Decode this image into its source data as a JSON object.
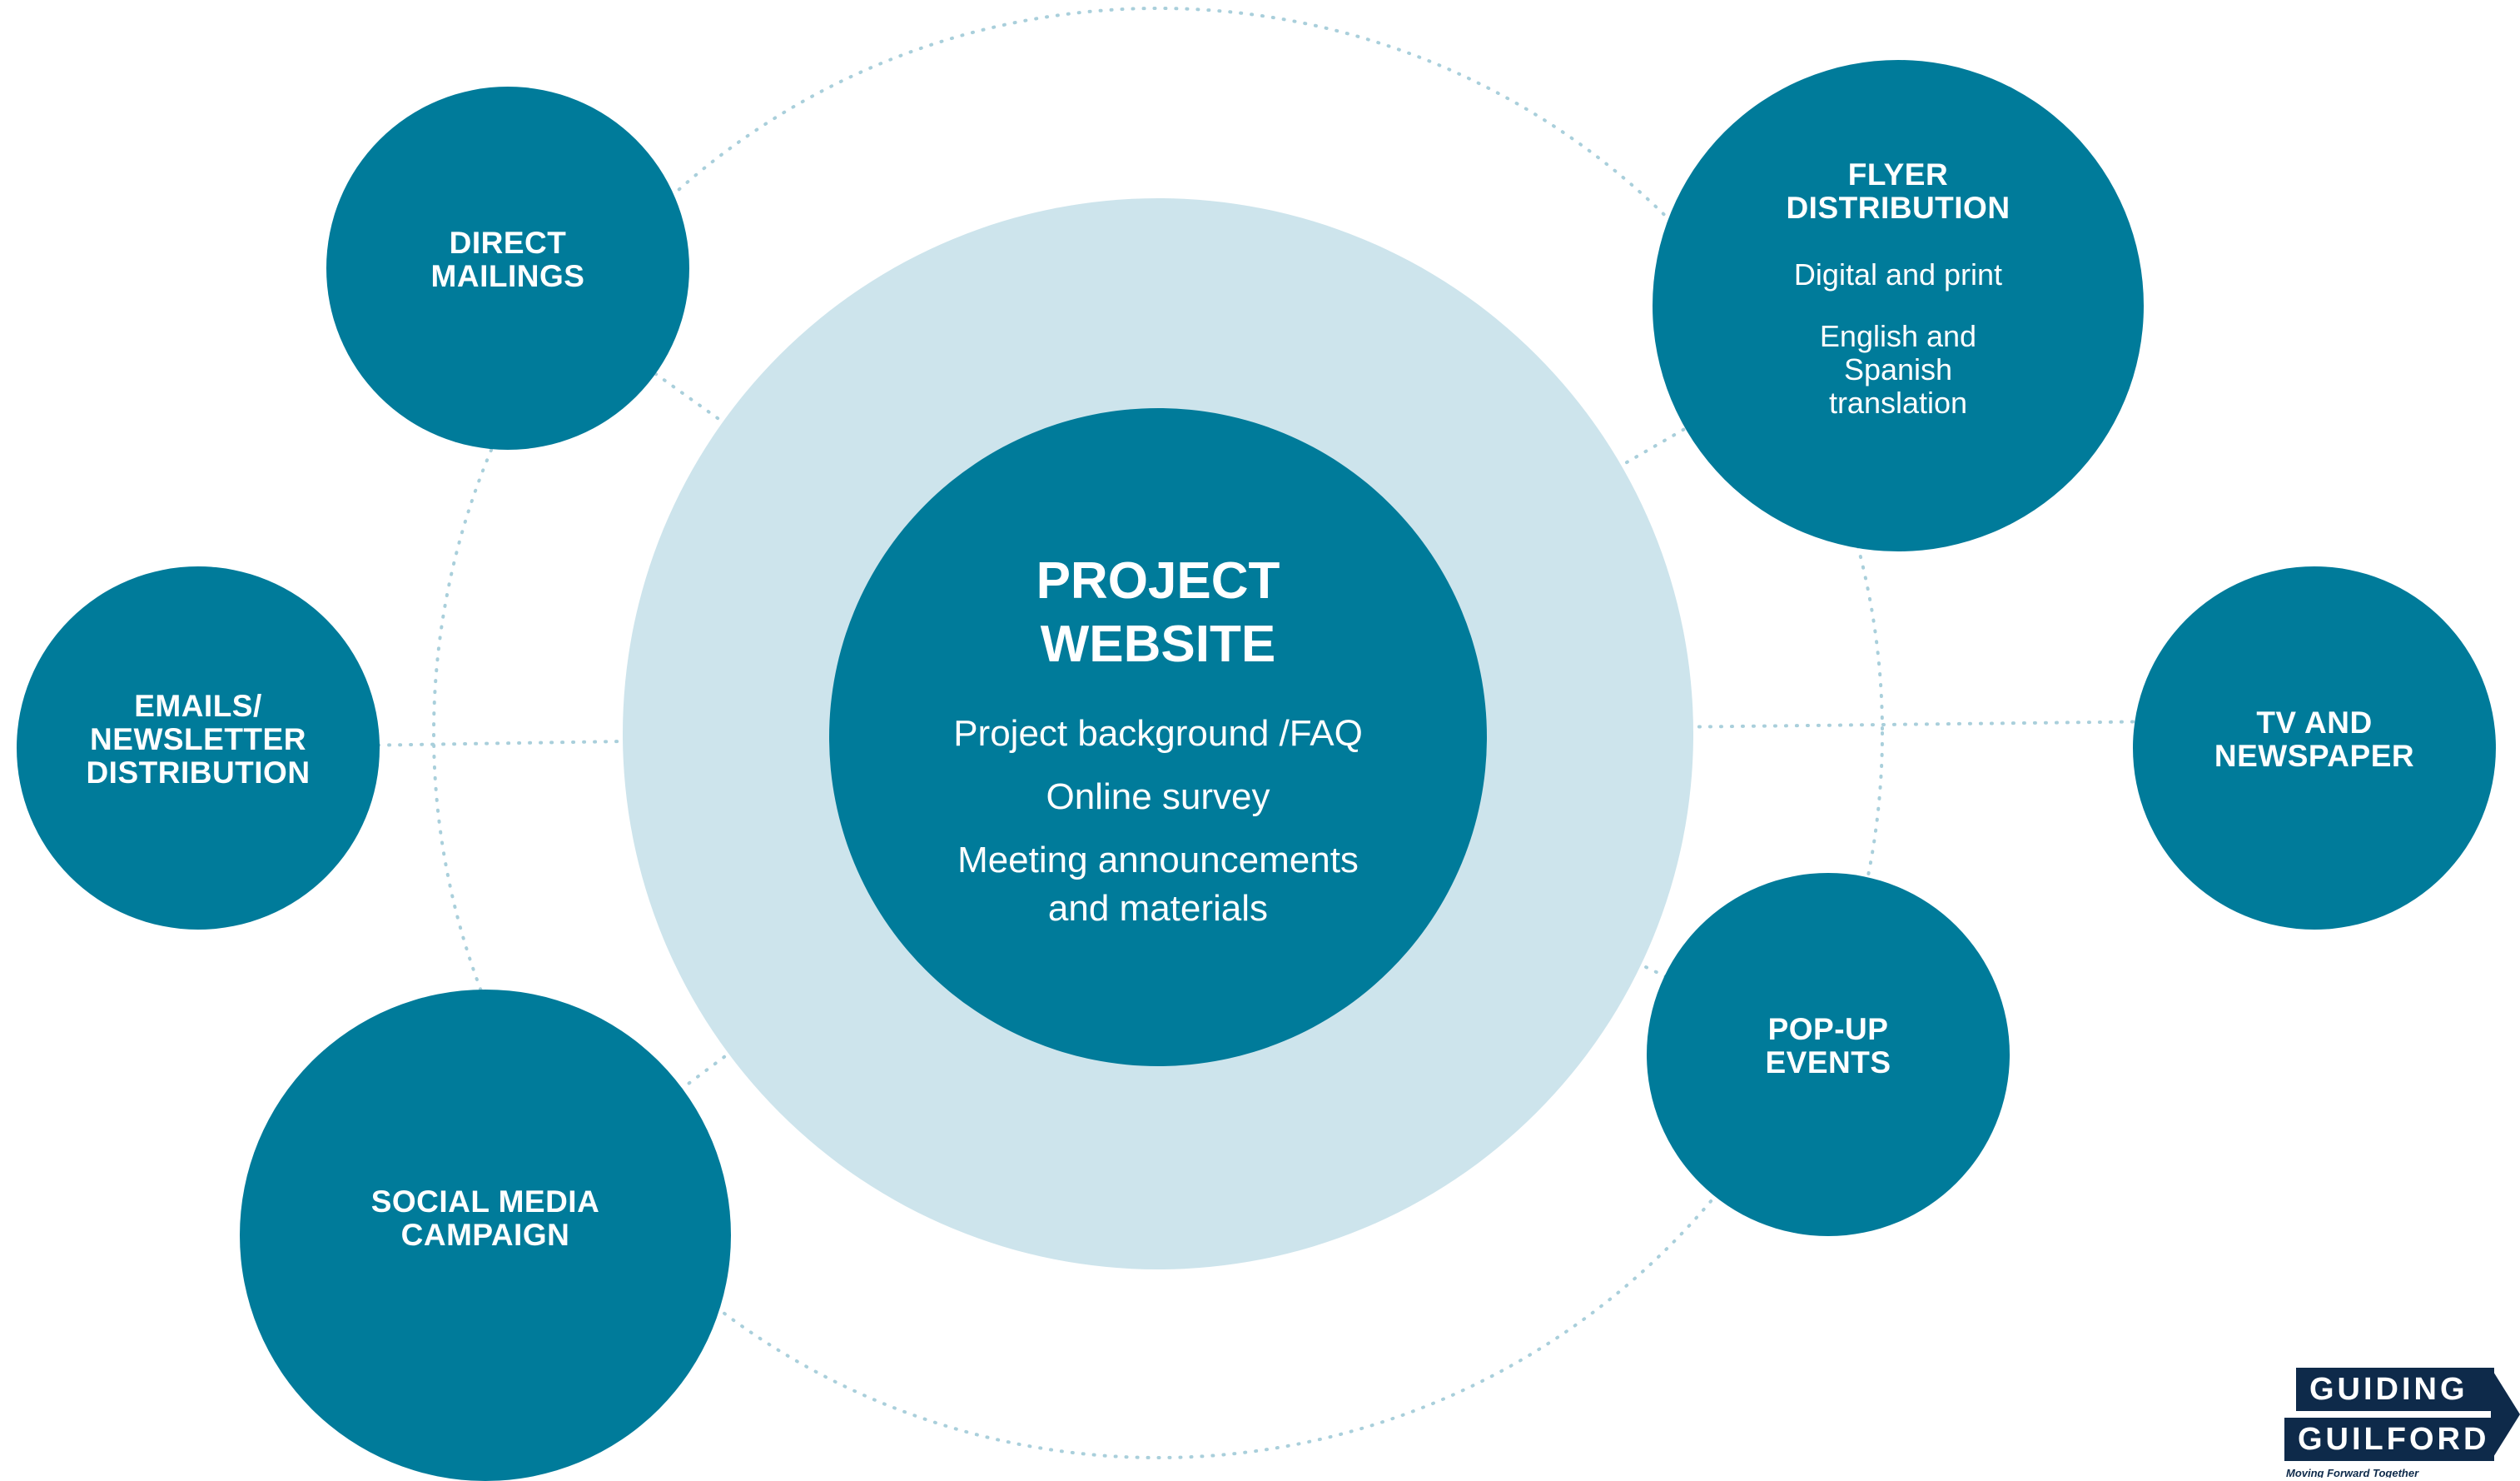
{
  "center": {
    "title": "PROJECT\nWEBSITE",
    "items": [
      "Project background /FAQ",
      "Online survey",
      "Meeting announcements\nand materials"
    ]
  },
  "nodes": {
    "direct_mailings": {
      "title": "DIRECT\nMAILINGS"
    },
    "emails": {
      "title": "EMAILS/\nNEWSLETTER\nDISTRIBUTION"
    },
    "social_media": {
      "title": "SOCIAL MEDIA\nCAMPAIGN"
    },
    "flyer": {
      "title": "FLYER\nDISTRIBUTION",
      "details": [
        "Digital and print",
        "English and\nSpanish\ntranslation"
      ]
    },
    "tv": {
      "title": "TV AND\nNEWSPAPER"
    },
    "popup": {
      "title": "POP-UP\nEVENTS"
    }
  },
  "logo": {
    "line1": "GUIDING",
    "line2": "GUILFORD",
    "tagline": "Moving Forward Together"
  },
  "colors": {
    "node_fill": "#007b9a",
    "halo_fill": "#cde4ec",
    "connector": "#a9cfdb",
    "logo_navy": "#0e2a4a"
  }
}
